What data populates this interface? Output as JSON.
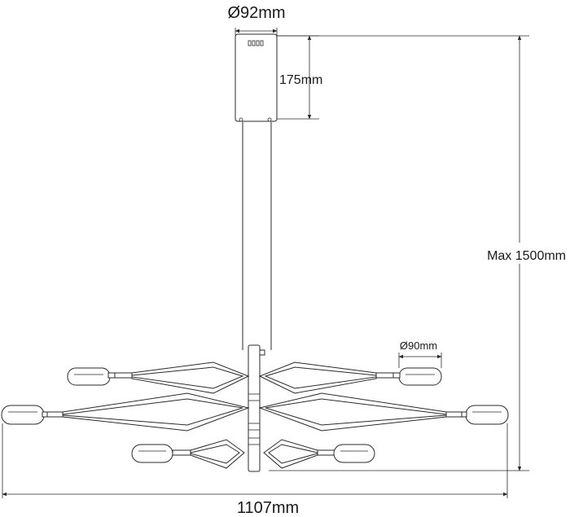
{
  "dimensions": {
    "canopy_diameter": "Ø92mm",
    "canopy_height": "175mm",
    "max_height": "Max 1500mm",
    "lamp_diameter": "Ø90mm",
    "total_width": "1107mm"
  }
}
